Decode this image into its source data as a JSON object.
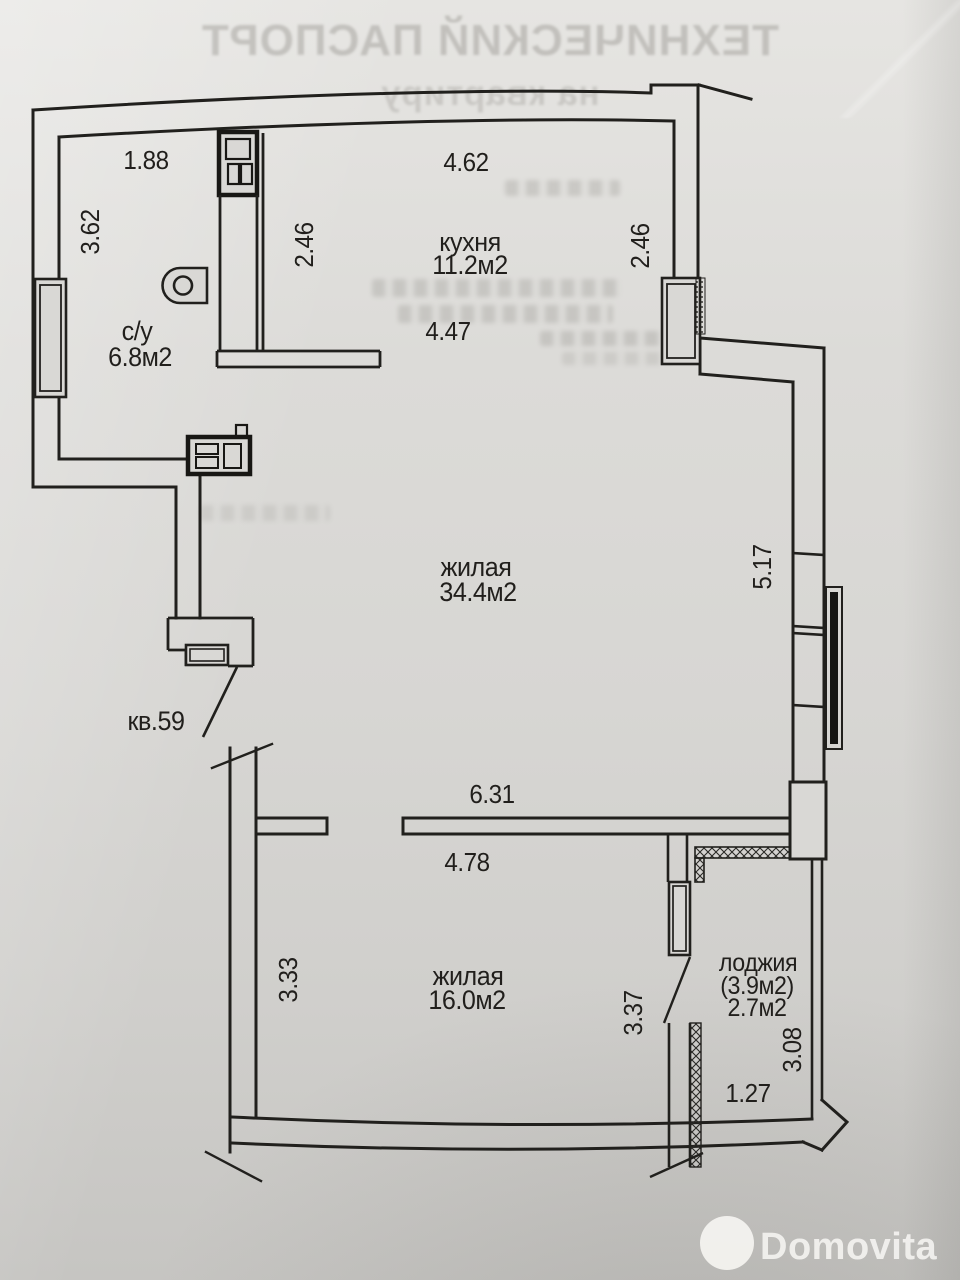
{
  "bleed": {
    "line1": "ТЕХНИЧЕСКИЙ ПАСПОРТ",
    "line2": "на квартиру"
  },
  "watermark": {
    "brand": "Domovita"
  },
  "plan": {
    "apartment_label": "кв.59",
    "rooms": {
      "bathroom": {
        "name": "с/у",
        "area": "6.8м2"
      },
      "kitchen": {
        "name": "кухня",
        "area": "11.2м2"
      },
      "living_main": {
        "name": "жилая",
        "area": "34.4м2"
      },
      "living_second": {
        "name": "жилая",
        "area": "16.0м2"
      },
      "loggia": {
        "name": "лоджия",
        "area_gross": "(3.9м2)",
        "area": "2.7м2"
      }
    },
    "dimensions": {
      "d188": "1.88",
      "d462": "4.62",
      "d362": "3.62",
      "d246l": "2.46",
      "d246r": "2.46",
      "d447": "4.47",
      "d517": "5.17",
      "d631": "6.31",
      "d478": "4.78",
      "d333": "3.33",
      "d337": "3.37",
      "d308": "3.08",
      "d127": "1.27"
    }
  }
}
